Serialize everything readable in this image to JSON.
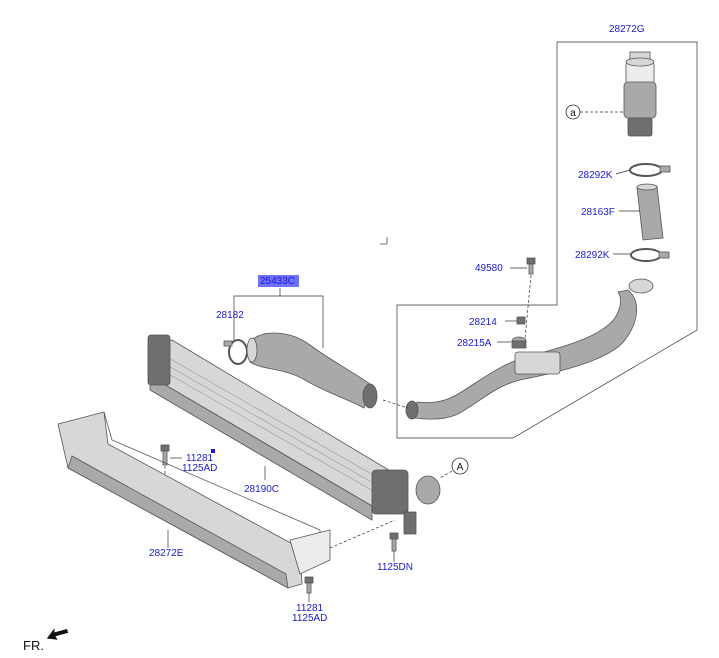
{
  "labels": {
    "p28272G": "28272G",
    "p28292K_top": "28292K",
    "p28163F": "28163F",
    "p28292K_bot": "28292K",
    "p49580": "49580",
    "p28214": "28214",
    "p28215A": "28215A",
    "p25433C": "25433C",
    "p28182": "28182",
    "p11281_a": "11281",
    "p1125AD_a": "1125AD",
    "p28190C": "28190C",
    "p28272E": "28272E",
    "p1125DN": "1125DN",
    "p11281_b": "11281",
    "p1125AD_b": "1125AD"
  },
  "callouts": {
    "a": "a",
    "A": "A"
  },
  "direction": {
    "text": "FR."
  },
  "colors": {
    "label": "#1a1acc",
    "highlight": "#7070ff",
    "part_dark": "#6f6f6f",
    "part_light": "#d7d7d7",
    "line": "#333333"
  },
  "icons": {
    "direction_arrow": "front-arrow-icon"
  }
}
